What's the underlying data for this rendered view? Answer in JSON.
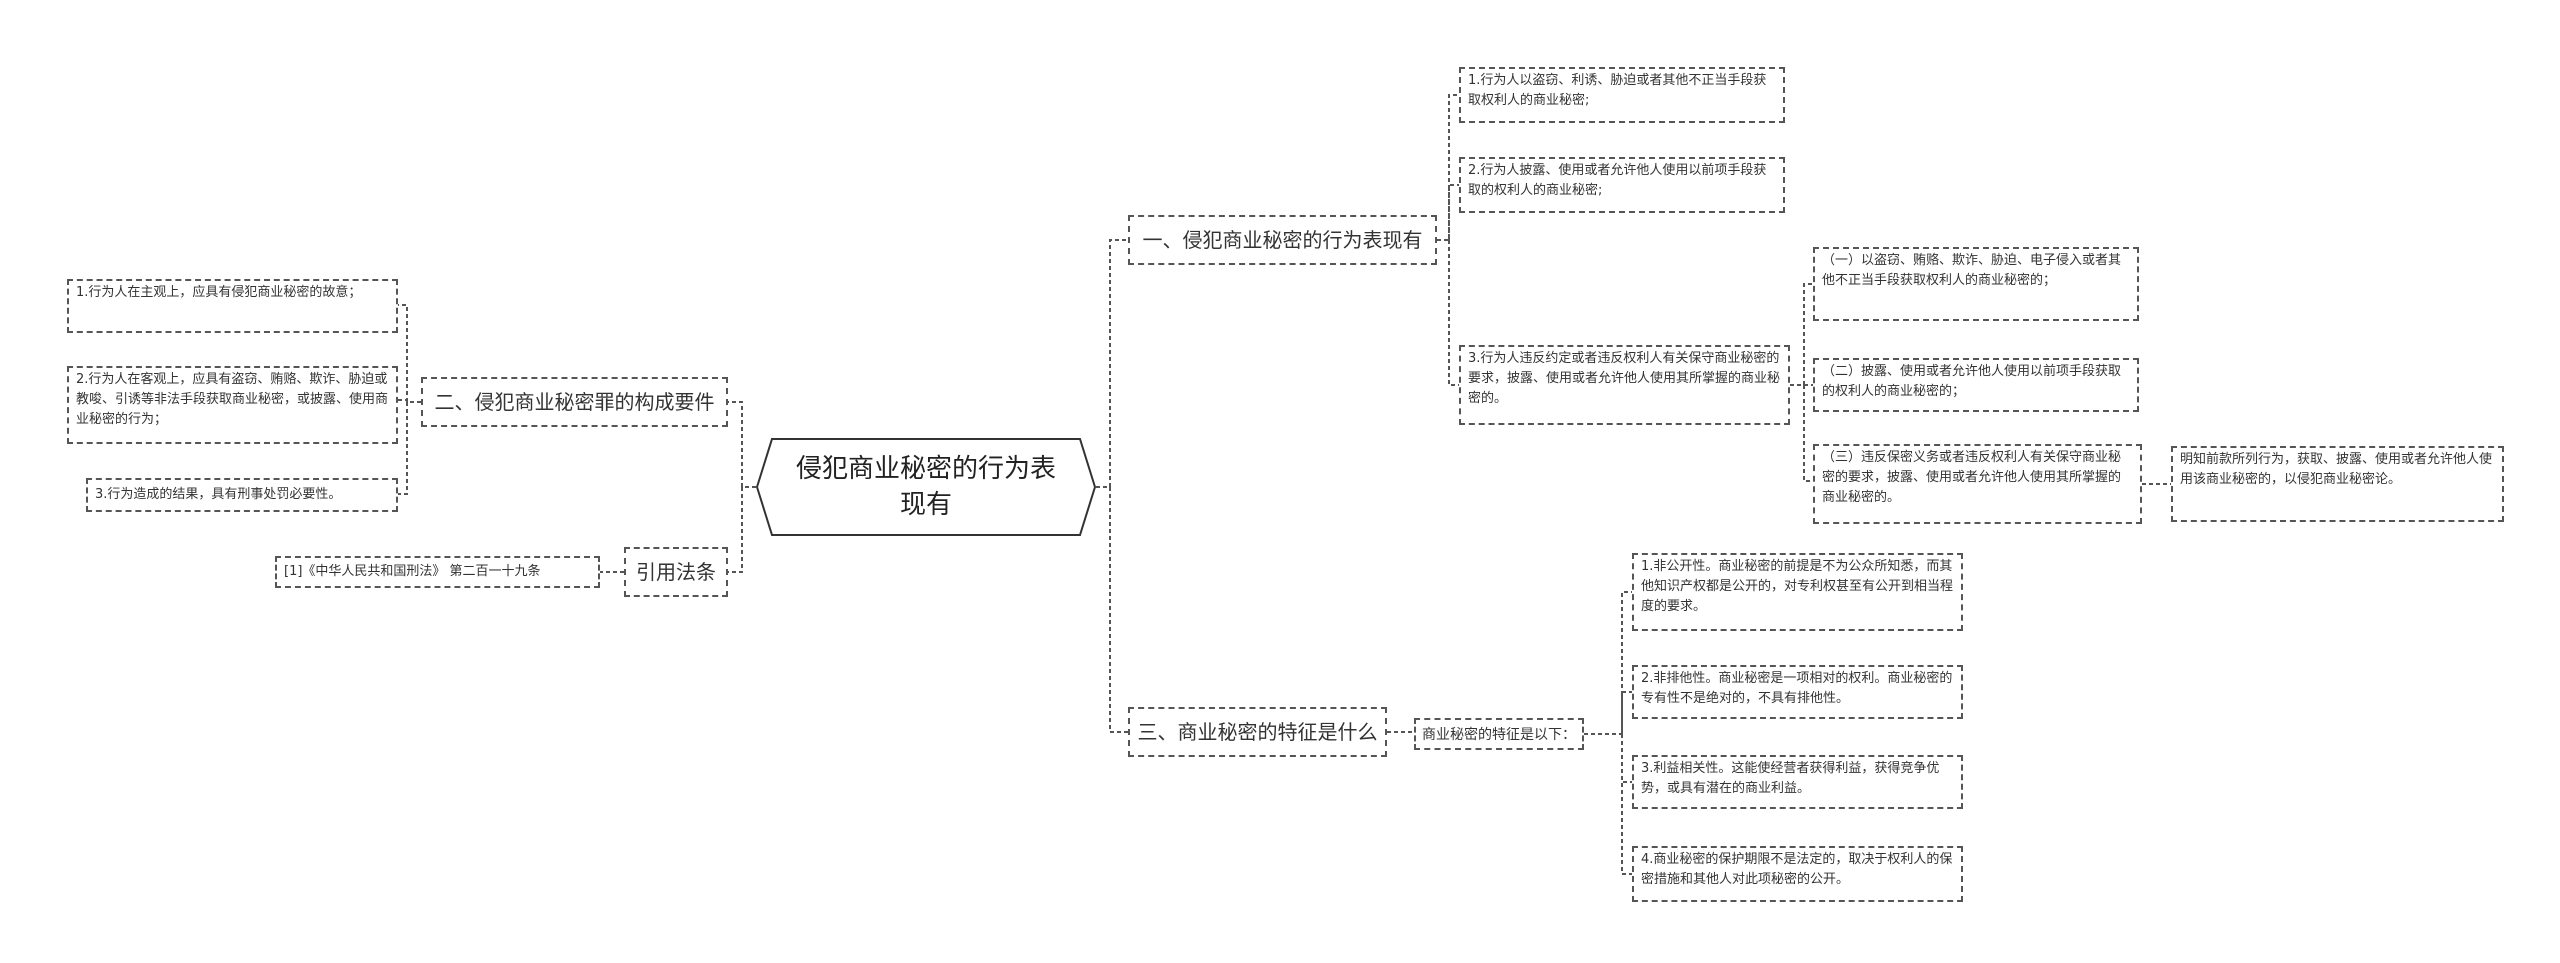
{
  "root": {
    "title": "侵犯商业秘密的行为表现有"
  },
  "branches": {
    "b1": {
      "label": "一、侵犯商业秘密的行为表现有",
      "items": [
        "1.行为人以盗窃、利诱、胁迫或者其他不正当手段获取权利人的商业秘密;",
        "2.行为人披露、使用或者允许他人使用以前项手段获取的权利人的商业秘密;",
        "3.行为人违反约定或者违反权利人有关保守商业秘密的要求，披露、使用或者允许他人使用其所掌握的商业秘密的。"
      ],
      "sub_items": [
        "（一）以盗窃、贿赂、欺诈、胁迫、电子侵入或者其他不正当手段获取权利人的商业秘密的；",
        "（二）披露、使用或者允许他人使用以前项手段获取的权利人的商业秘密的；",
        "（三）违反保密义务或者违反权利人有关保守商业秘密的要求，披露、使用或者允许他人使用其所掌握的商业秘密的。"
      ],
      "sub_note": "明知前款所列行为，获取、披露、使用或者允许他人使用该商业秘密的，以侵犯商业秘密论。"
    },
    "b2": {
      "label": "二、侵犯商业秘密罪的构成要件",
      "items": [
        "1.行为人在主观上，应具有侵犯商业秘密的故意；",
        "2.行为人在客观上，应具有盗窃、贿赂、欺诈、胁迫或教唆、引诱等非法手段获取商业秘密，或披露、使用商业秘密的行为；",
        "3.行为造成的结果，具有刑事处罚必要性。"
      ]
    },
    "b3": {
      "label": "三、商业秘密的特征是什么",
      "intro": "商业秘密的特征是以下：",
      "items": [
        "1.非公开性。商业秘密的前提是不为公众所知悉，而其他知识产权都是公开的，对专利权甚至有公开到相当程度的要求。",
        "2.非排他性。商业秘密是一项相对的权利。商业秘密的专有性不是绝对的，不具有排他性。",
        "3.利益相关性。这能使经营者获得利益，获得竞争优势，或具有潜在的商业利益。",
        "4.商业秘密的保护期限不是法定的，取决于权利人的保密措施和其他人对此项秘密的公开。"
      ]
    },
    "b4": {
      "label": "引用法条",
      "items": [
        "[1]《中华人民共和国刑法》 第二百一十九条"
      ]
    }
  },
  "colors": {
    "line": "#555555",
    "text": "#333333"
  }
}
